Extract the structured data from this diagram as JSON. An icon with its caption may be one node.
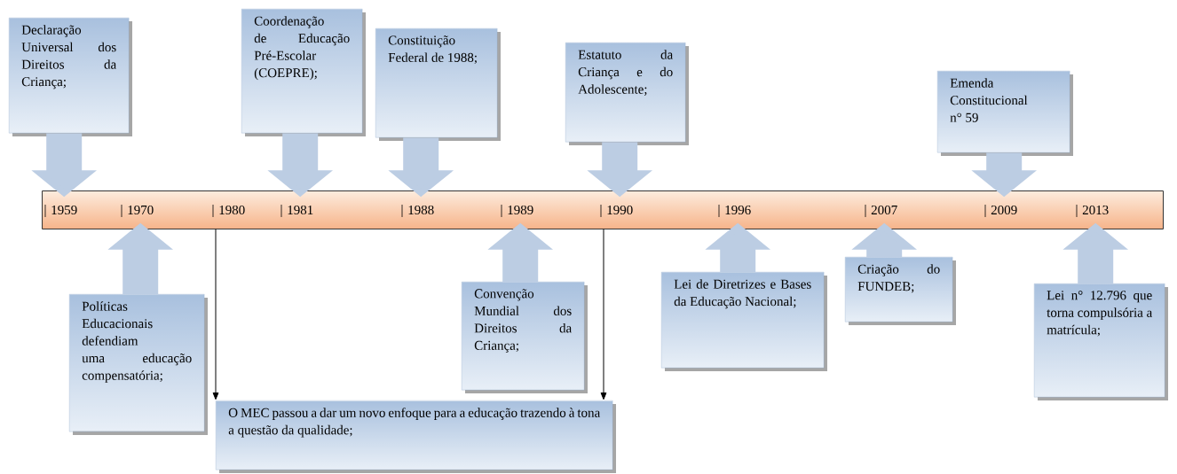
{
  "diagram": {
    "nodes": [
      {
        "text": [],
        "shape": "bar"
      },
      {
        "text": [
          "1959"
        ],
        "in": 0
      },
      {
        "text": [
          "1970"
        ],
        "in": 0
      },
      {
        "text": [
          "1980"
        ],
        "in": 0
      },
      {
        "text": [
          "1981"
        ],
        "in": 0
      },
      {
        "text": [
          "1988"
        ],
        "in": 0
      },
      {
        "text": [
          "1989"
        ],
        "in": 0
      },
      {
        "text": [
          "1990"
        ],
        "in": 0
      },
      {
        "text": [
          "1996"
        ],
        "in": 0
      },
      {
        "text": [
          "2007"
        ],
        "in": 0
      },
      {
        "text": [
          "2009"
        ],
        "in": 0
      },
      {
        "text": [
          "2013"
        ],
        "in": 0
      },
      {
        "text": [
          "Declaração Universal dos Direitos da Criança;"
        ]
      },
      {
        "text": [
          "Coordenação de Educação Pré-Escolar (COEPRE);"
        ]
      },
      {
        "text": [
          "Constituição Federal de 1988;"
        ]
      },
      {
        "text": [
          "Estatuto da Criança e do Adolescente;"
        ]
      },
      {
        "text": [
          "Emenda Constitucional n° 59"
        ]
      },
      {
        "text": [
          "Políticas Educacionais defendiam uma educação compensatória;"
        ]
      },
      {
        "text": [
          "Convenção Mundial dos Direitos da Criança;"
        ]
      },
      {
        "text": [
          "Lei de Diretrizes e Bases da Educação Nacional;"
        ]
      },
      {
        "text": [
          "Criação do FUNDEB;"
        ]
      },
      {
        "text": [
          "Lei n° 12.796 que torna compulsória a matrícula;"
        ]
      },
      {
        "text": [
          "O MEC passou a dar um novo enfoque para a educação trazendo à tona a questão da qualidade;"
        ]
      }
    ],
    "edges": [
      {
        "from": 12,
        "to": 1,
        "arrow": "to"
      },
      {
        "from": 13,
        "to": 4,
        "arrow": "to"
      },
      {
        "from": 14,
        "to": 5,
        "arrow": "to"
      },
      {
        "from": 15,
        "to": 7,
        "arrow": "to"
      },
      {
        "from": 16,
        "to": 10,
        "arrow": "to"
      },
      {
        "from": 17,
        "to": 2,
        "arrow": "to"
      },
      {
        "from": 18,
        "to": 6,
        "arrow": "to"
      },
      {
        "from": 19,
        "to": 8,
        "arrow": "to"
      },
      {
        "from": 20,
        "to": 9,
        "arrow": "to"
      },
      {
        "from": 21,
        "to": 11,
        "arrow": "to"
      },
      {
        "from": 3,
        "to": 22,
        "arrow": "to",
        "color": "#000000"
      },
      {
        "from": 7,
        "to": 22,
        "arrow": "to",
        "color": "#000000"
      }
    ]
  }
}
